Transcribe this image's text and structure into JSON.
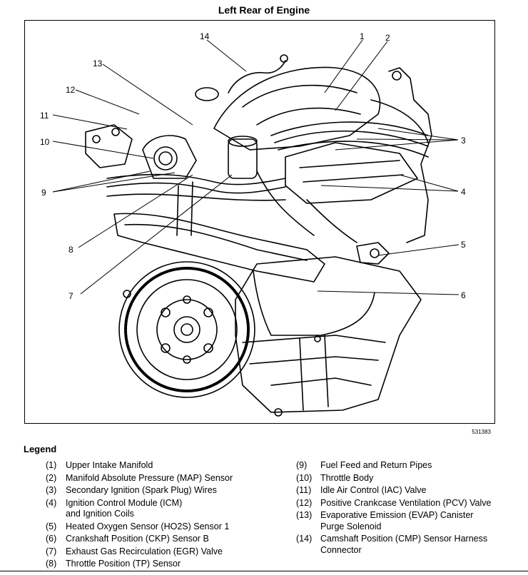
{
  "title": "Left Rear of Engine",
  "figure_id": "531383",
  "callouts": [
    "1",
    "2",
    "3",
    "4",
    "5",
    "6",
    "7",
    "8",
    "9",
    "10",
    "11",
    "12",
    "13",
    "14"
  ],
  "legend": {
    "heading": "Legend",
    "left": [
      {
        "num": "(1)",
        "text": "Upper Intake Manifold"
      },
      {
        "num": "(2)",
        "text": "Manifold Absolute Pressure (MAP) Sensor"
      },
      {
        "num": "(3)",
        "text": "Secondary Ignition (Spark Plug) Wires"
      },
      {
        "num": "(4)",
        "text": "Ignition Control Module (ICM) and Ignition Coils"
      },
      {
        "num": "(5)",
        "text": "Heated Oxygen Sensor (HO2S) Sensor 1"
      },
      {
        "num": "(6)",
        "text": "Crankshaft Position (CKP) Sensor B"
      },
      {
        "num": "(7)",
        "text": "Exhaust Gas Recirculation (EGR) Valve"
      },
      {
        "num": "(8)",
        "text": "Throttle Position (TP) Sensor"
      }
    ],
    "right": [
      {
        "num": "(9)",
        "text": "Fuel Feed and Return Pipes"
      },
      {
        "num": "(10)",
        "text": "Throttle Body"
      },
      {
        "num": "(11)",
        "text": "Idle Air Control (IAC) Valve"
      },
      {
        "num": "(12)",
        "text": "Positive Crankcase Ventilation (PCV) Valve"
      },
      {
        "num": "(13)",
        "text": "Evaporative Emission (EVAP) Canister Purge Solenoid"
      },
      {
        "num": "(14)",
        "text": "Camshaft Position (CMP) Sensor Harness Connector"
      }
    ]
  }
}
